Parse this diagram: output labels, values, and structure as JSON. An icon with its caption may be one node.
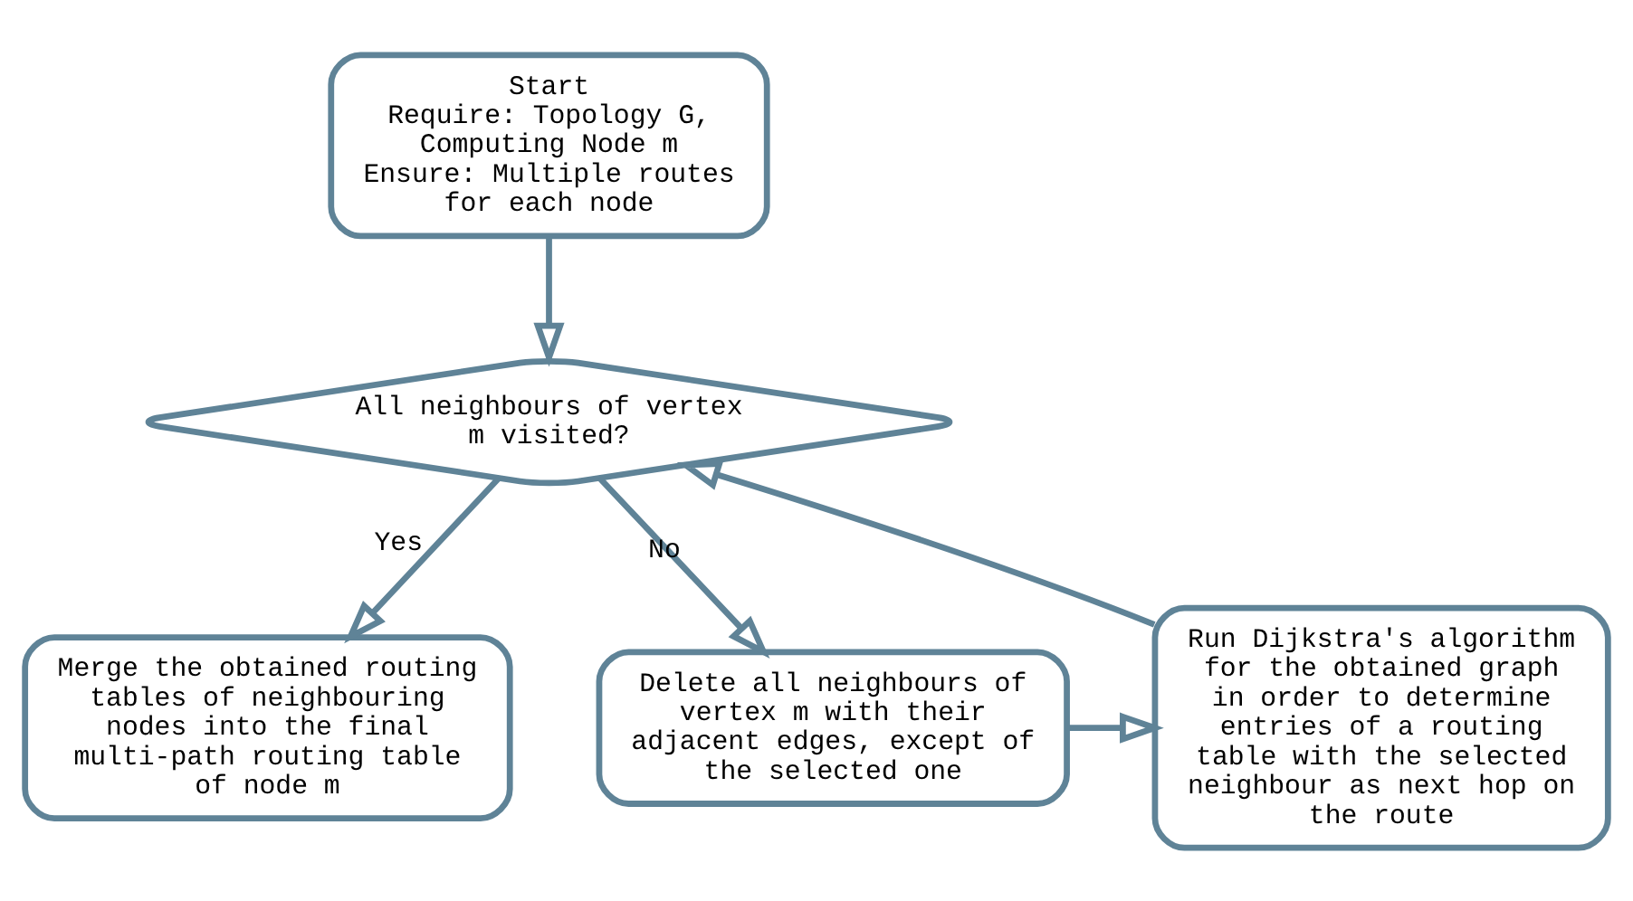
{
  "diagram": {
    "nodes": [
      {
        "text": [
          "Start",
          "Require: Topology G, Computing Node m",
          "Ensure: Multiple routes for each node"
        ]
      },
      {
        "text": [
          "All neighbours of vertex m visited?"
        ]
      },
      {
        "text": [
          "Merge the obtained routing tables of neighbouring nodes into the final multi-path routing table of node m"
        ]
      },
      {
        "text": [
          "Delete all neighbours of vertex m with their adjacent edges, except of the selected one"
        ]
      },
      {
        "text": [
          "Run Dijkstra's algorithm for the obtained graph in order to determine entries of a routing table with the selected neighbour as next hop on the route"
        ]
      }
    ],
    "edges": [
      {
        "from": 0,
        "to": 1,
        "arrow": "to"
      },
      {
        "from": 1,
        "to": 2,
        "label": "Yes",
        "arrow": "to"
      },
      {
        "from": 1,
        "to": 3,
        "label": "No",
        "arrow": "to"
      },
      {
        "from": 3,
        "to": 4,
        "arrow": "to"
      },
      {
        "from": 4,
        "to": 1,
        "arrow": "to"
      }
    ]
  }
}
